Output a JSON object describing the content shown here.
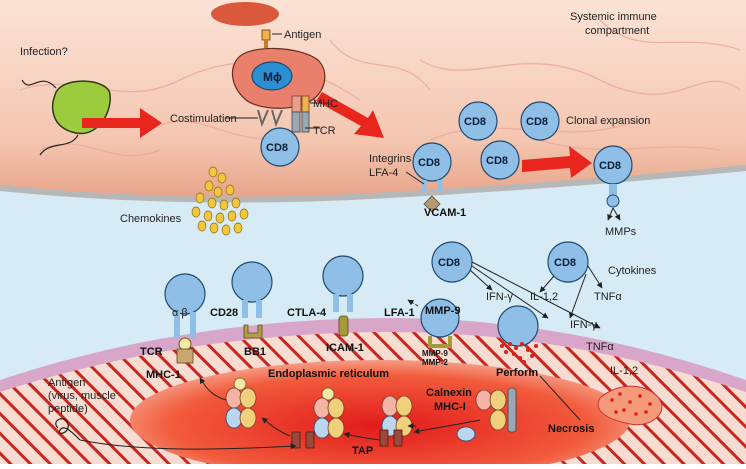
{
  "labels": {
    "infection": "Infection?",
    "antigen_top": "Antigen",
    "mphi": "Mϕ",
    "mhc_top": "MHC",
    "costimulation": "Costimulation",
    "tcr_top": "TCR",
    "systemic_line1": "Systemic immune",
    "systemic_line2": "compartment",
    "clonal_expansion": "Clonal expansion",
    "integrins": "Integrins",
    "lfa4": "LFA-4",
    "vcam1": "VCAM-1",
    "chemokines": "Chemokines",
    "mmps": "MMPs",
    "cytokines": "Cytokines",
    "ifn_g_1": "IFN-γ",
    "il12_1": "IL-1,2",
    "tnfa_1": "TNFα",
    "ifn_g_2": "IFN-γ",
    "tnfa_2": "TNFα",
    "il12_2": "IL-1,2",
    "alpha_beta": "α  β",
    "cd28": "CD28",
    "ctla4": "CTLA-4",
    "lfa1": "LFA-1",
    "mmp9_receptor": "MMP-9",
    "tcr_bottom": "TCR",
    "bb1": "BB1",
    "icam1": "ICAM-1",
    "mmp9_small": "MMP-9",
    "mmp2_small": "MMP-2",
    "mhc1": "MHC-1",
    "perforin": "Perforin",
    "er": "Endoplasmic reticulum",
    "calnexin": "Calnexin",
    "mhci": "MHC-I",
    "necrosis": "Necrosis",
    "antigen_bottom_1": "Antigen",
    "antigen_bottom_2": "(virus, muscle",
    "antigen_bottom_3": "peptide)",
    "tap": "TAP",
    "cd8": "CD8"
  },
  "colors": {
    "background_top": "#f6d9c8",
    "vessel_band": "#f3c9b5",
    "interstitial": "#d7ecf6",
    "arrow_red": "#e8261e",
    "cd8_fill": "#8fbfe6",
    "macrophage": "#e8806b",
    "pathogen": "#9ccc3e",
    "muscle_red": "#e23b2a",
    "membrane": "#d8a6c8"
  }
}
